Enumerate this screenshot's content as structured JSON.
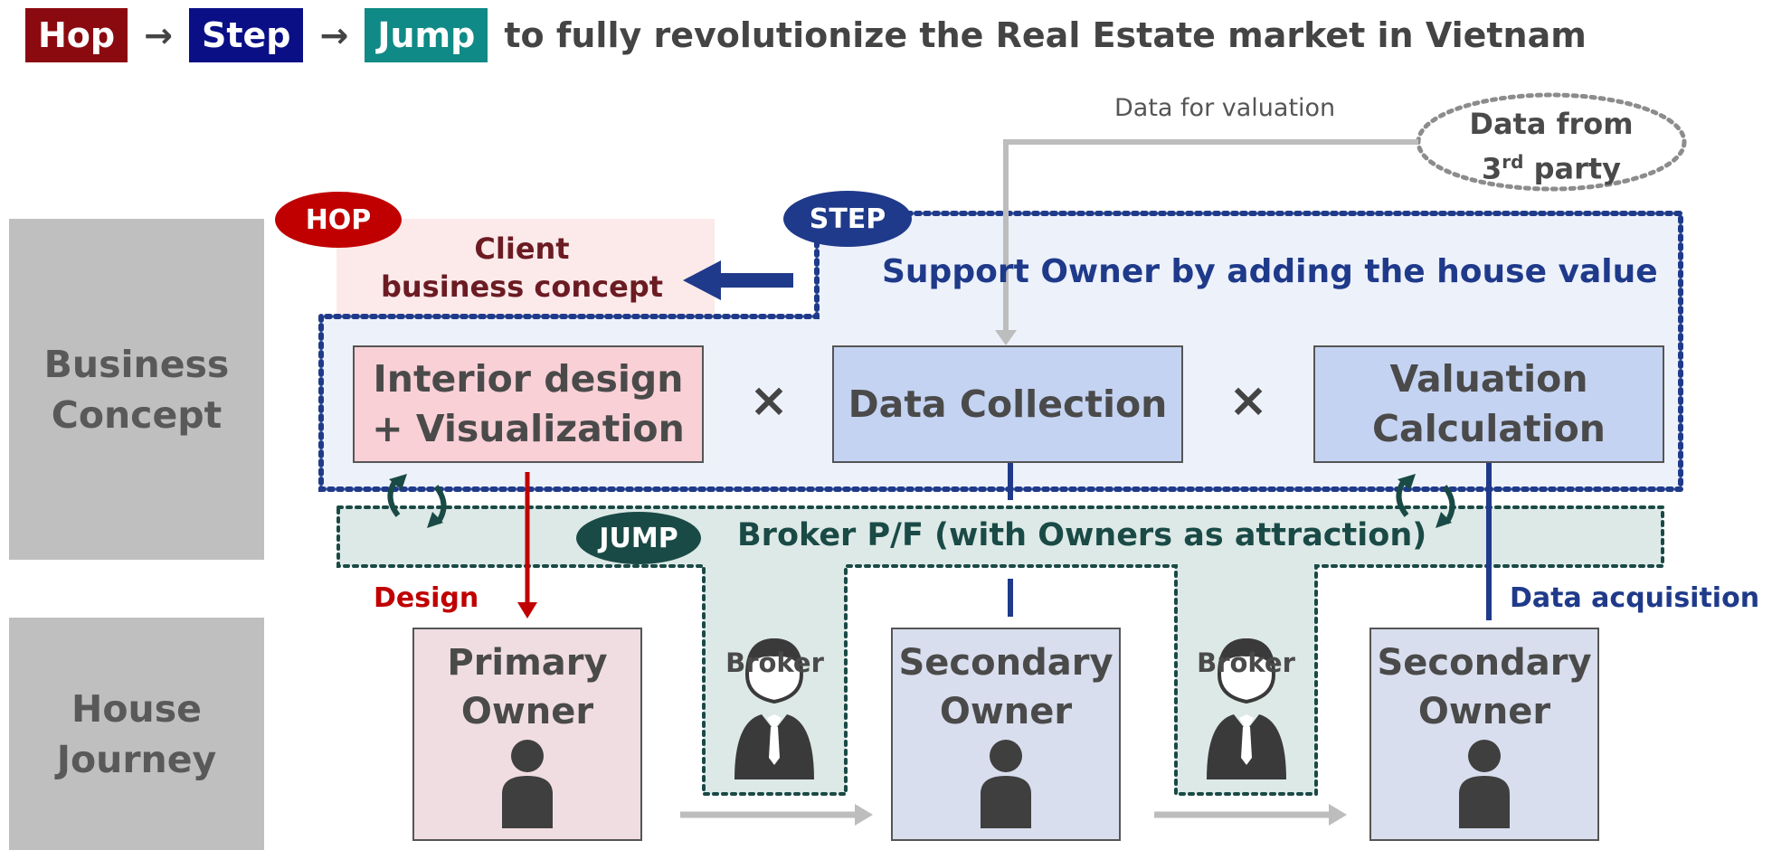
{
  "title": {
    "hop_chip": "Hop",
    "step_chip": "Step",
    "jump_chip": "Jump",
    "arrow": "→",
    "text": "to fully revolutionize the Real Estate market in Vietnam"
  },
  "rows": {
    "business": "Business\nConcept",
    "house": "House\nJourney"
  },
  "hop": {
    "badge": "HOP",
    "concept": "Client\nbusiness concept"
  },
  "step": {
    "badge": "STEP",
    "headline": "Support Owner by adding the house value"
  },
  "jump": {
    "badge": "JUMP",
    "headline": "Broker P/F (with Owners as attraction)"
  },
  "concepts": {
    "interior": "Interior design\n+ Visualization",
    "data_collection": "Data Collection",
    "valuation": "Valuation\nCalculation",
    "times": "×"
  },
  "third_party": {
    "text_before": "Data from",
    "ordinal_num": "3",
    "ordinal_sup": "rd",
    "text_after": "party",
    "flow_label": "Data for valuation"
  },
  "owners": [
    {
      "label": "Primary\nOwner"
    },
    {
      "label": "Secondary\nOwner"
    },
    {
      "label": "Secondary\nOwner"
    }
  ],
  "brokers": [
    {
      "label": "Broker"
    },
    {
      "label": "Broker"
    }
  ],
  "flows": {
    "design": "Design",
    "data_acquisition": "Data acquisition"
  },
  "colors": {
    "hop_red": "#c00000",
    "step_navy": "#1f3a8a",
    "jump_teal": "#1a4a46"
  }
}
